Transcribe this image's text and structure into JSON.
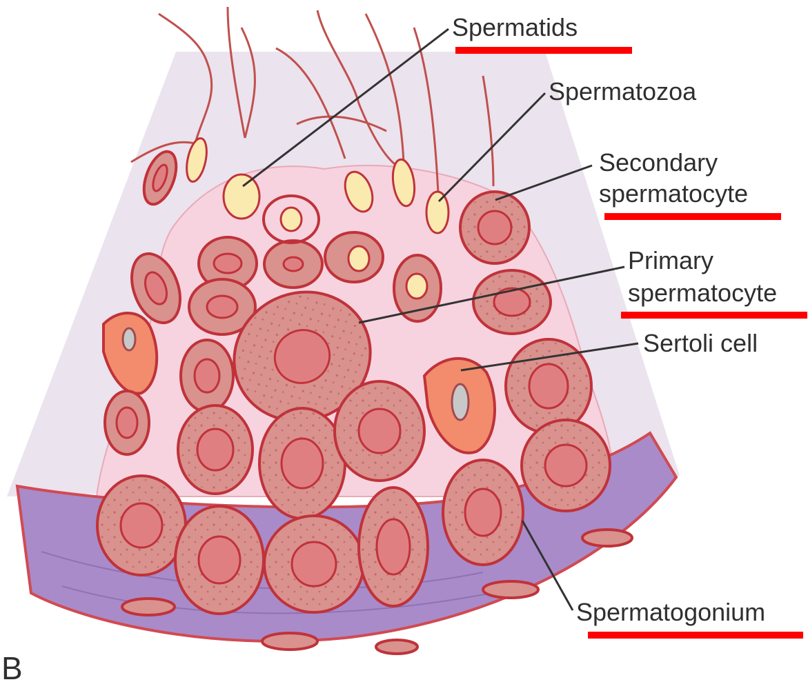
{
  "figure": {
    "panel_letter": "B",
    "labels": {
      "spermatids": "Spermatids",
      "spermatozoa": "Spermatozoa",
      "secondary_1": "Secondary",
      "secondary_2": "spermatocyte",
      "primary_1": "Primary",
      "primary_2": "spermatocyte",
      "sertoli": "Sertoli cell",
      "spermatogonium": "Spermatogonium"
    }
  },
  "colors": {
    "lumen_background": "#ebe3ee",
    "cytoplasm": "#f6d3df",
    "cell_fill": "#d9928e",
    "cell_outline": "#c0323a",
    "sertoli_fill": "#f28c6c",
    "basement_membrane": "#a98bc9",
    "sperm_head": "#fbeab0",
    "underline": "#ff0000",
    "leader_line": "#333333"
  }
}
